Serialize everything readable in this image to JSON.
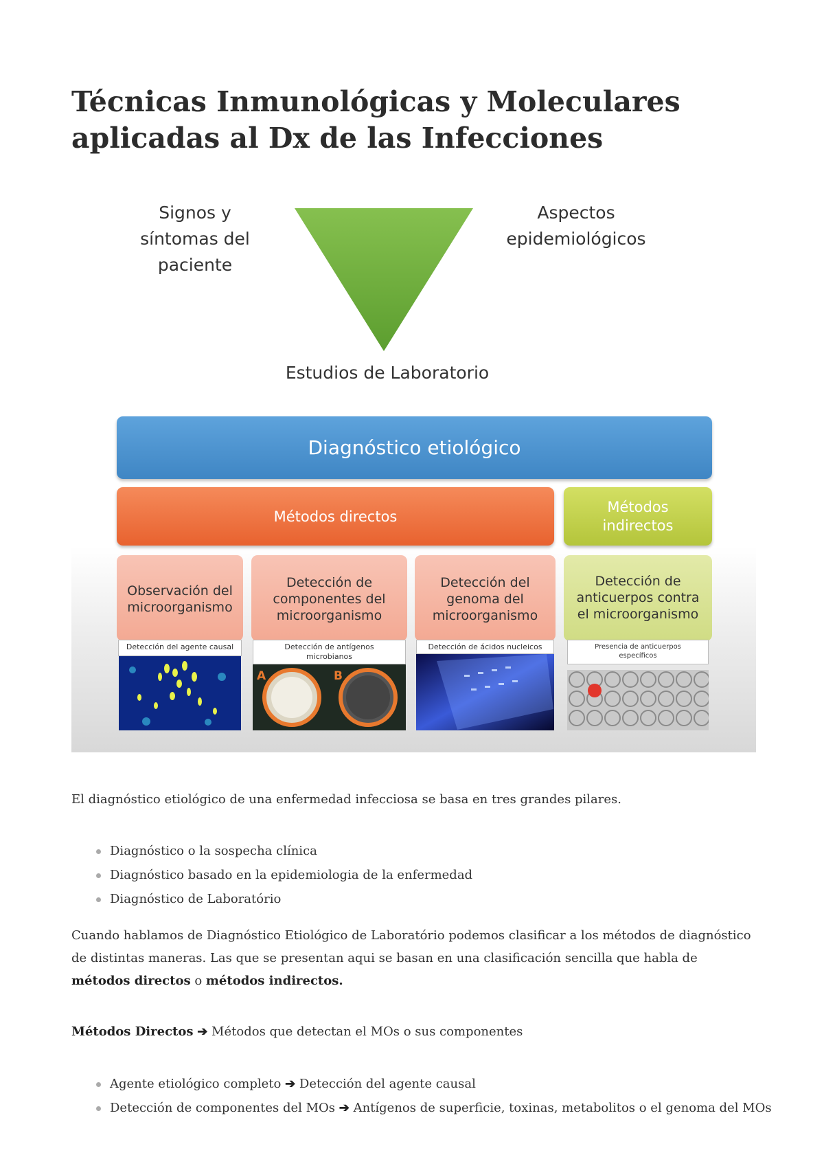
{
  "title": {
    "line1": "Técnicas Inmunológicas y Moleculares",
    "line2": "aplicadas al Dx de las Infecciones"
  },
  "diagram": {
    "left_label": [
      "Signos y",
      "síntomas del",
      "paciente"
    ],
    "right_label": [
      "Aspectos",
      "epidemiológicos"
    ],
    "bottom_label": "Estudios de Laboratorio",
    "triangle_color": "#6aaa3a",
    "main_box": "Diagnóstico etiológico",
    "direct_box": "Métodos directos",
    "indirect_box": [
      "Métodos",
      "indirectos"
    ],
    "cards": [
      {
        "lines": [
          "Observación del",
          "microorganismo"
        ],
        "caption": [
          "Detección del agente causal"
        ]
      },
      {
        "lines": [
          "Detección de",
          "componentes del",
          "microorganismo"
        ],
        "caption": [
          "Detección de antígenos",
          "microbianos"
        ]
      },
      {
        "lines": [
          "Detección del",
          "genoma del",
          "microorganismo"
        ],
        "caption": [
          "Detección de ácidos nucleicos"
        ]
      },
      {
        "lines": [
          "Detección de",
          "anticuerpos contra",
          "el microorganismo"
        ],
        "caption": [
          "Presencia de anticuerpos",
          "específicos"
        ]
      }
    ],
    "photo_labels": {
      "a": "A",
      "b": "B"
    },
    "colors": {
      "blue": "#4a93d0",
      "orange": "#ee7040",
      "lime": "#c2d14c",
      "pink": "#f5b3a0"
    }
  },
  "intro": "El diagnóstico etiológico de una enfermedad infecciosa se basa en tres grandes pilares.",
  "pillars": [
    "Diagnóstico o la sospecha clínica",
    "Diagnóstico basado en la epidemiologia de la enfermedad",
    "Diagnóstico de Laboratório"
  ],
  "paragraph": {
    "text": "Cuando hablamos de Diagnóstico Etiológico de Laboratório podemos clasificar a los métodos de diagnóstico de distintas maneras. Las que se presentan aqui se basan en una clasificación sencilla que habla de ",
    "bold1": "métodos directos",
    "connector": " o ",
    "bold2": "métodos indirectos."
  },
  "direct_methods": {
    "label": "Métodos Directos",
    "arrow": "➔",
    "text": " Métodos que detectan el MOs o sus componentes"
  },
  "direct_items": [
    {
      "left": "Agente etiológico completo ",
      "arrow": "➔",
      "right": " Detección del agente causal"
    },
    {
      "left": "Detección de componentes del MOs ",
      "arrow": "➔",
      "right": " Antígenos de superficie, toxinas, metabolitos o el genoma del MOs"
    }
  ]
}
